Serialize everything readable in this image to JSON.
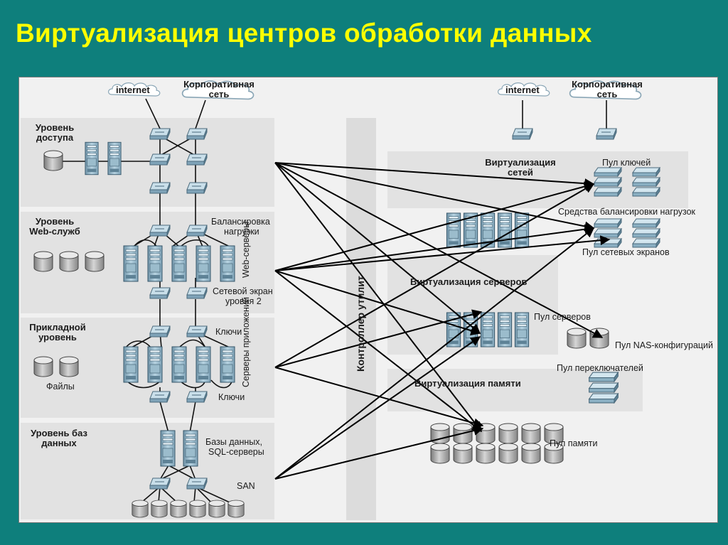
{
  "title": "Виртуализация центров обработки данных",
  "left": {
    "internet": "internet",
    "corp_net_line1": "Корпоративная",
    "corp_net_line2": "сеть",
    "tiers": [
      {
        "line1": "Уровень",
        "line2": "доступа"
      },
      {
        "line1": "Уровень",
        "line2": "Web-служб"
      },
      {
        "line1": "Прикладной",
        "line2": "уровень"
      },
      {
        "line1": "Уровень баз",
        "line2": "данных"
      }
    ],
    "files": "Файлы",
    "balancer_line1": "Балансировка",
    "balancer_line2": "нагрузки",
    "web_servers": "Web-серверы",
    "firewall_line1": "Сетевой экран",
    "firewall_line2": "уровня 2",
    "keys_top": "Ключи",
    "app_servers": "Серверы приложений",
    "keys_bottom": "Ключи",
    "db_line1": "Базы данных,",
    "db_line2": "SQL-серверы",
    "san": "SAN"
  },
  "center": {
    "utility_controller": "Контроллер утилит"
  },
  "right": {
    "internet": "internet",
    "corp_net_line1": "Корпоративная",
    "corp_net_line2": "сеть",
    "net_virt_line1": "Виртуализация",
    "net_virt_line2": "сетей",
    "key_pool": "Пул ключей",
    "lb_means": "Средства балансировки нагрузок",
    "firewall_pool": "Пул сетевых экранов",
    "server_virt": "Виртуализация серверов",
    "server_pool": "Пул серверов",
    "nas_pool": "Пул NAS-конфигураций",
    "switch_pool": "Пул переключателей",
    "memory_virt": "Виртуализация памяти",
    "memory_pool": "Пул памяти"
  },
  "colors": {
    "background": "#0e7f7c",
    "title": "#ffff00",
    "panel": "#f1f1f1",
    "tier_band": "#e2e2e2",
    "device_blue": "#9fc3d7"
  },
  "icons": [
    "cloud-icon",
    "switch-icon",
    "server-rack-icon",
    "disk-icon",
    "arrow-icon"
  ]
}
